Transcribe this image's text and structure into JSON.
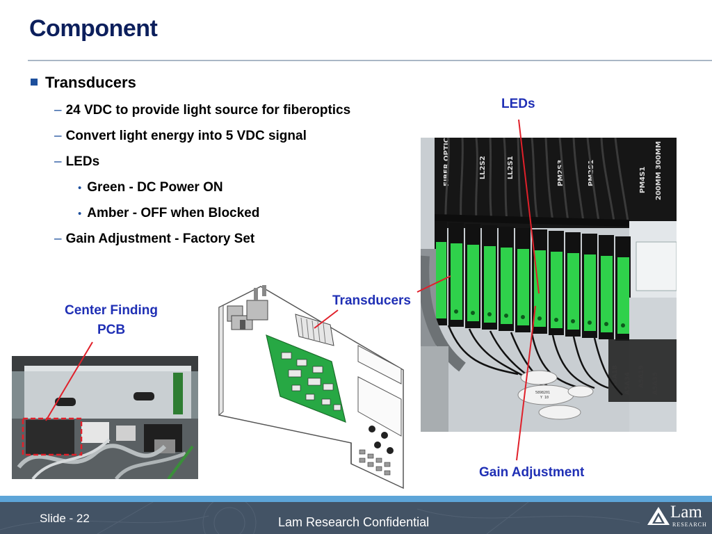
{
  "slide": {
    "title": "Component",
    "bullets": {
      "level1": "Transducers",
      "items": [
        "24 VDC to provide light source for fiberoptics",
        "Convert light energy into 5 VDC signal",
        "LEDs",
        "Green - DC Power ON",
        "Amber - OFF when Blocked",
        "Gain Adjustment - Factory Set"
      ]
    }
  },
  "callouts": {
    "leds": "LEDs",
    "transducers": "Transducers",
    "center_line1": "Center Finding",
    "center_line2": "PCB",
    "gain": "Gain Adjustment"
  },
  "footer": {
    "slide_number": "Slide - 22",
    "confidential": "Lam Research Confidential",
    "logo_text": "Lam",
    "logo_sub": "RESEARCH"
  },
  "colors": {
    "title": "#0c1f5c",
    "callout_text": "#1f2fb5",
    "callout_line": "#e0202a",
    "footer_bg": "#435365",
    "footer_strip": "#5da5d8"
  }
}
